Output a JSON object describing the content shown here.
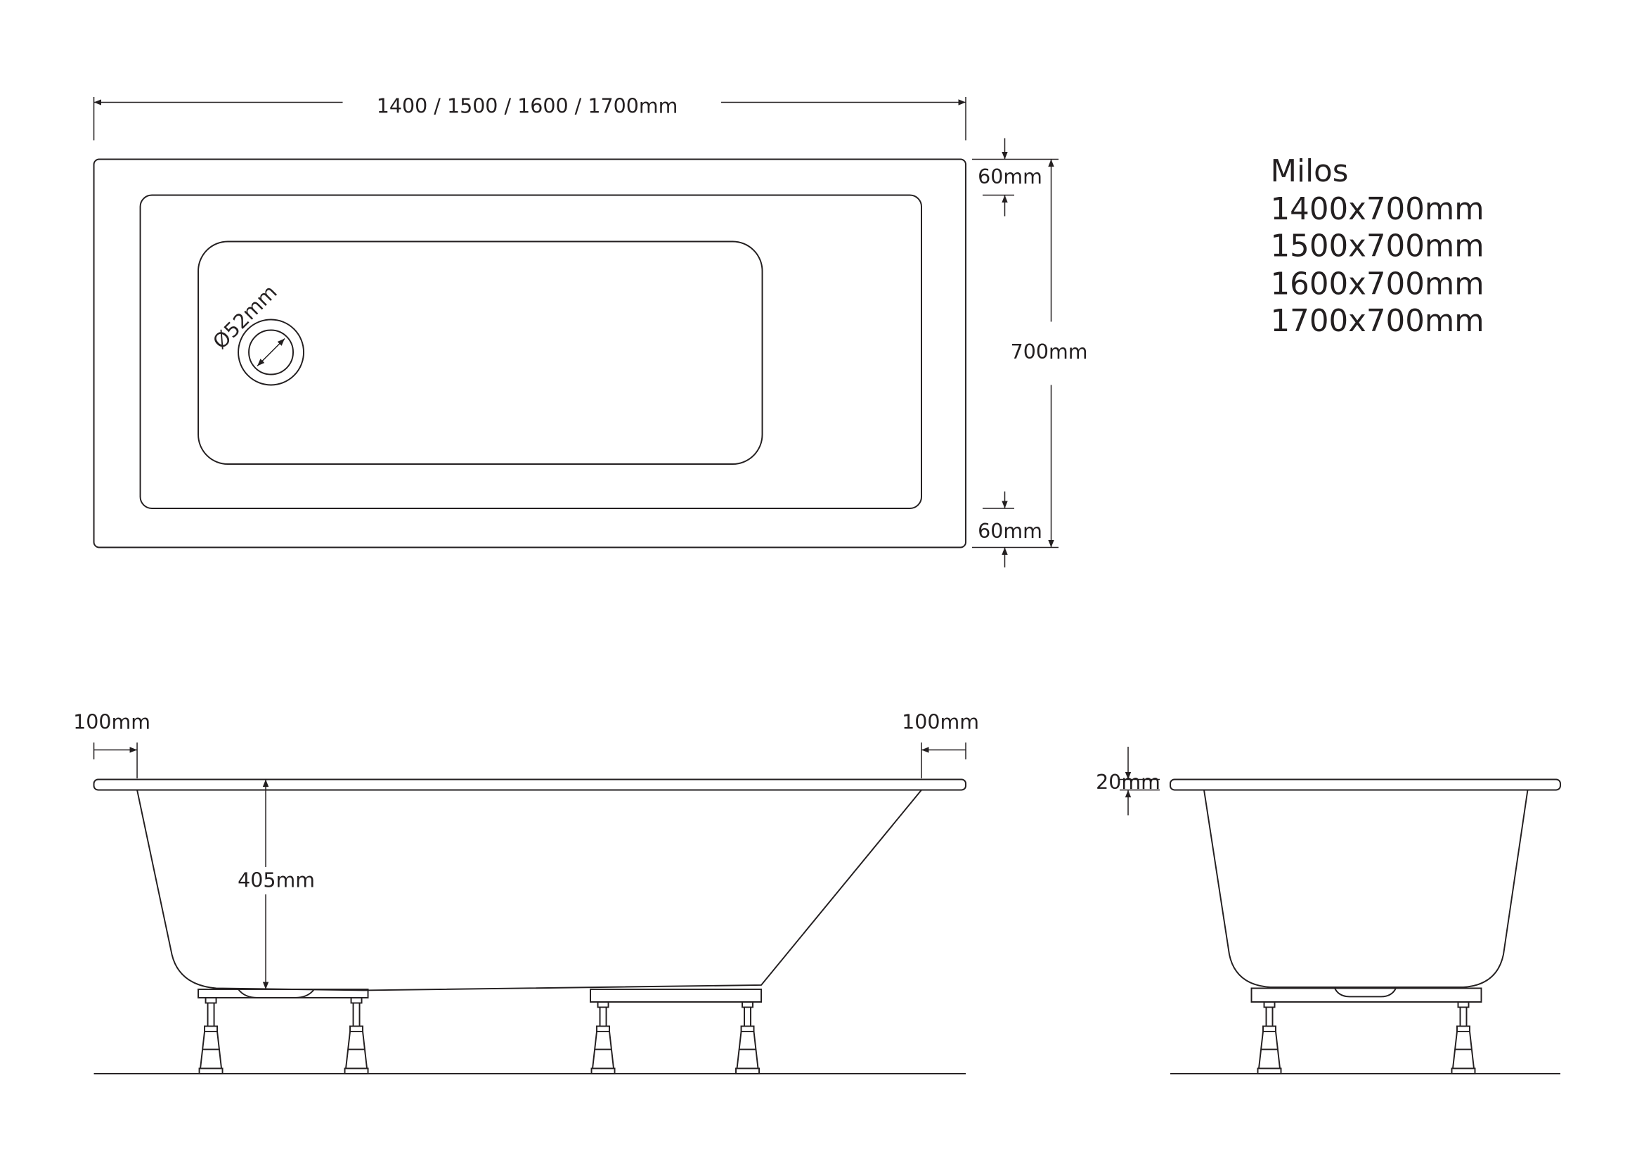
{
  "plan_view": {
    "length_label": "1400 / 1500 / 1600 / 1700mm",
    "width_label": "700mm",
    "rim_top_label": "60mm",
    "rim_bottom_label": "60mm",
    "drain_label": "Ø52mm"
  },
  "side_view": {
    "left_offset_label": "100mm",
    "right_offset_label": "100mm",
    "depth_label": "405mm"
  },
  "end_view": {
    "rim_thickness_label": "20mm"
  },
  "product": {
    "name": "Milos",
    "sizes": [
      "1400x700mm",
      "1500x700mm",
      "1600x700mm",
      "1700x700mm"
    ]
  },
  "colors": {
    "line": "#231f20",
    "background": "#ffffff"
  }
}
